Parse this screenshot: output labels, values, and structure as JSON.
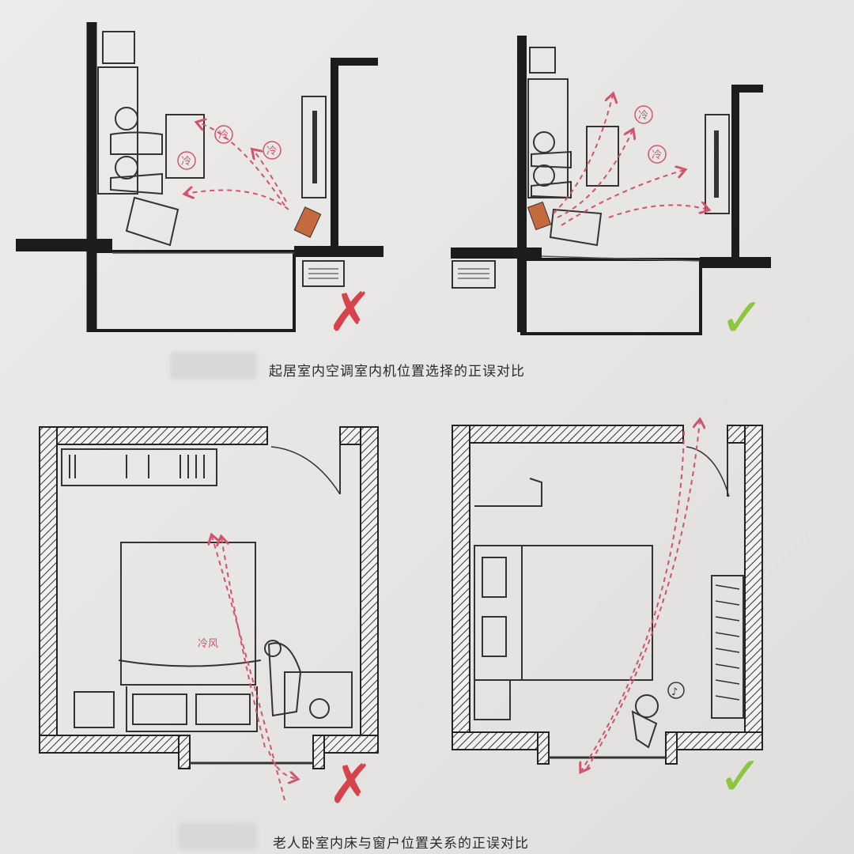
{
  "captions": {
    "living_room": "起居室内空调室内机位置选择的正误对比",
    "elder_bedroom": "老人卧室内床与窗户位置关系的正误对比"
  },
  "labels": {
    "cold_air": "冷",
    "cold_wind": "冷风"
  },
  "verdicts": {
    "wrong_symbol": "✗",
    "right_symbol": "✓"
  },
  "colors": {
    "wall": "#1c1c1c",
    "dash": "#d1546c",
    "wrong": "#d6434c",
    "right": "#8cc63f"
  }
}
